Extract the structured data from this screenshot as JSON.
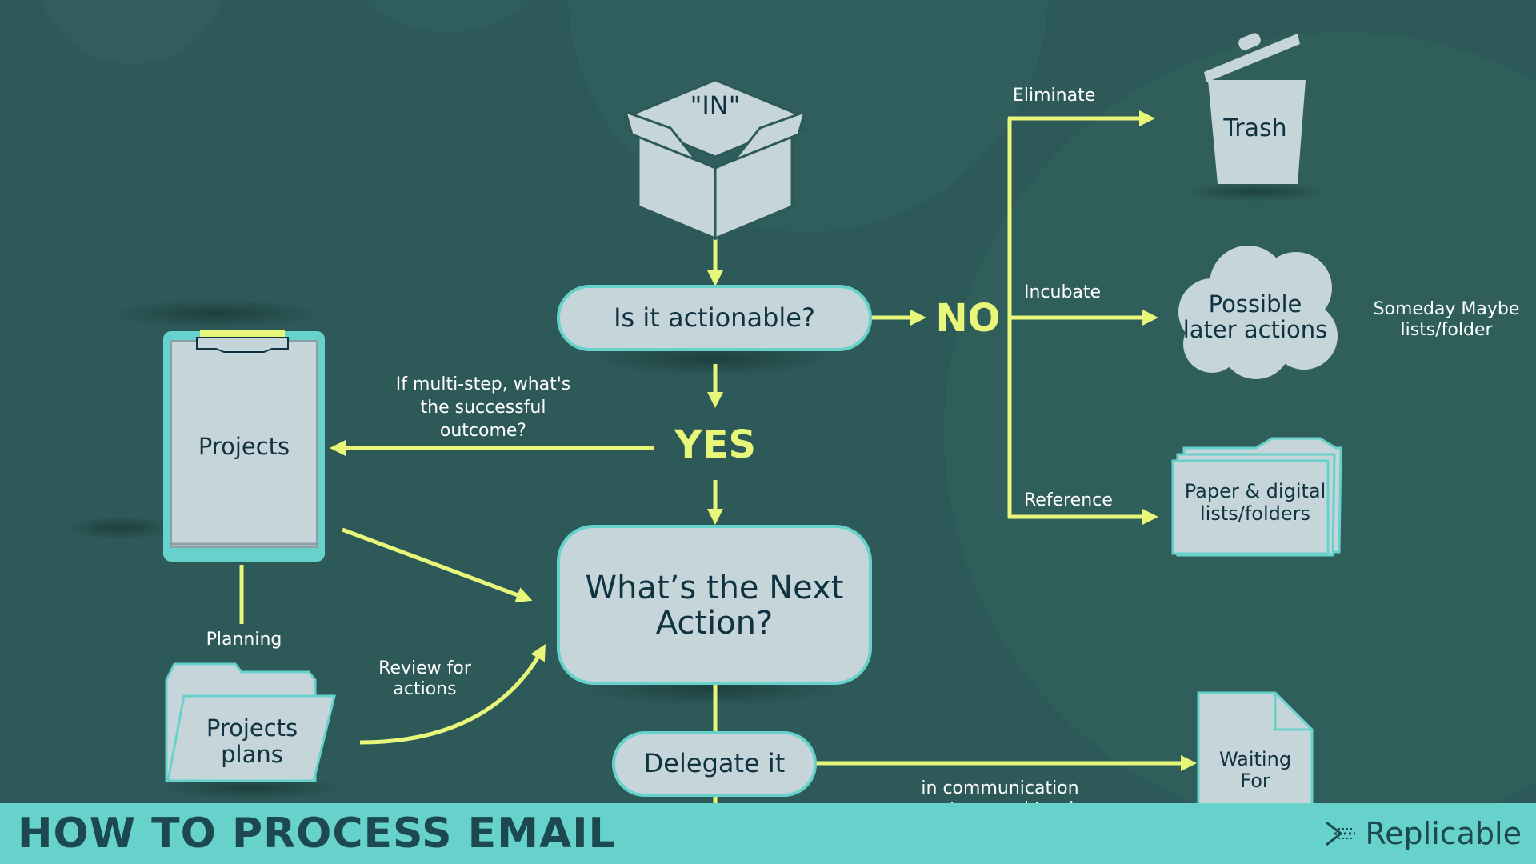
{
  "footer": {
    "title": "HOW TO PROCESS EMAIL",
    "brand": "Replicable",
    "brand_icon": "replicable-chevron-logo"
  },
  "colors": {
    "background": "#2d5958",
    "arrow": "#e8f77a",
    "node_fill": "#c6d5da",
    "node_border": "#67d2cc",
    "node_text": "#0f3340",
    "footer_bg": "#67d2cc"
  },
  "nodes": {
    "in_box": "\"IN\"",
    "actionable": "Is it actionable?",
    "no": "NO",
    "yes": "YES",
    "trash": "Trash",
    "possible_line1": "Possible",
    "possible_line2": "later actions",
    "paper_line1": "Paper & digital",
    "paper_line2": "lists/folders",
    "projects": "Projects",
    "projects_plans_line1": "Projects",
    "projects_plans_line2": "plans",
    "next_action_line1": "What’s the Next",
    "next_action_line2": "Action?",
    "delegate": "Delegate it",
    "waiting_line1": "Waiting",
    "waiting_line2": "For"
  },
  "labels": {
    "eliminate": "Eliminate",
    "incubate": "Incubate",
    "reference": "Reference",
    "someday_line1": "Someday Maybe",
    "someday_line2": "lists/folder",
    "multistep_line1": "If multi-step, what's",
    "multistep_line2": "the successful",
    "multistep_line3": "outcome?",
    "planning": "Planning",
    "review_line1": "Review for",
    "review_line2": "actions",
    "communication_line1": "in communication",
    "communication_line2": "system, and track"
  }
}
